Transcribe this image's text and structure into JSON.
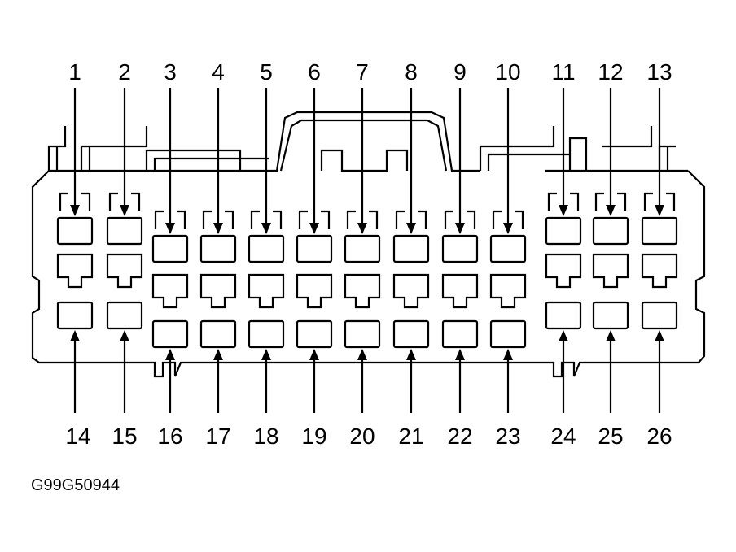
{
  "figure_code": "G99G50944",
  "top_pins": [
    "1",
    "2",
    "3",
    "4",
    "5",
    "6",
    "7",
    "8",
    "9",
    "10",
    "11",
    "12",
    "13"
  ],
  "bottom_pins": [
    "14",
    "15",
    "16",
    "17",
    "18",
    "19",
    "20",
    "21",
    "22",
    "23",
    "24",
    "25",
    "26"
  ],
  "colors": {
    "line": "#000000",
    "background": "#ffffff"
  }
}
